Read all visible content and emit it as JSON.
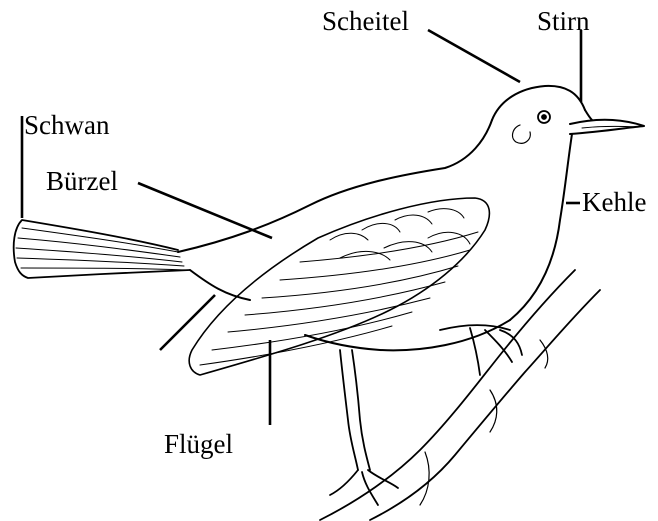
{
  "labels": {
    "scheitel": "Scheitel",
    "stirn": "Stirn",
    "schwan": "Schwan",
    "buerzel": "Bürzel",
    "kehle": "Kehle",
    "fluegel": "Flügel"
  },
  "colors": {
    "ink": "#000000",
    "background": "#ffffff"
  }
}
